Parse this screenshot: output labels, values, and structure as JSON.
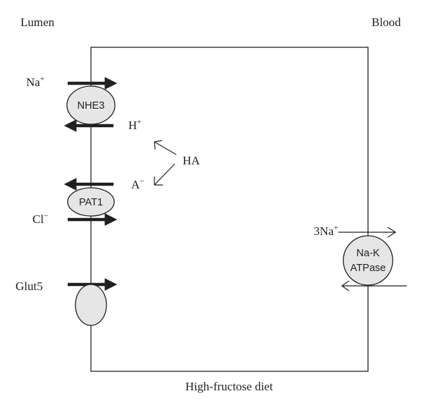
{
  "labels": {
    "lumen": "Lumen",
    "blood": "Blood",
    "caption": "High-fructose diet",
    "ha": "HA"
  },
  "ions": {
    "na": {
      "base": "Na",
      "sup": "+"
    },
    "h": {
      "base": "H",
      "sup": "+"
    },
    "a": {
      "base": "A",
      "sup": "−"
    },
    "cl": {
      "base": "Cl",
      "sup": "−"
    },
    "na3": {
      "base": "3Na",
      "sup": "+"
    }
  },
  "transporters": {
    "nhe3": "NHE3",
    "pat1": "PAT1",
    "glut5": "Glut5",
    "nak_line1": "Na-K",
    "nak_line2": "ATPase"
  },
  "colors": {
    "line": "#231f20",
    "oval_fill": "#e6e6e6",
    "background": "#ffffff"
  }
}
